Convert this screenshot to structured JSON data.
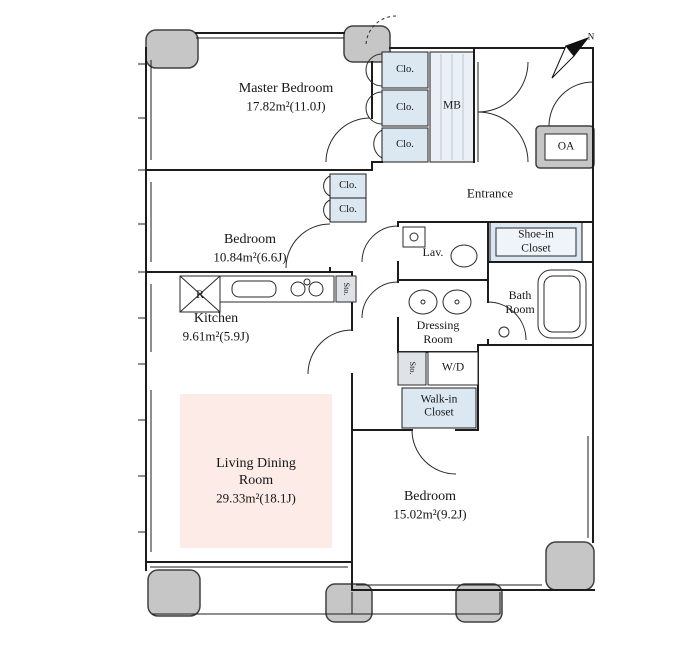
{
  "rooms": {
    "master_bedroom": {
      "name": "Master Bedroom",
      "area": "17.82m²(11.0J)"
    },
    "bedroom_1": {
      "name": "Bedroom",
      "area": "10.84m²(6.6J)"
    },
    "kitchen": {
      "name": "Kitchen",
      "area": "9.61m²(5.9J)"
    },
    "living_dining": {
      "name_line1": "Living Dining",
      "name_line2": "Room",
      "area": "29.33m²(18.1J)"
    },
    "bedroom_2": {
      "name": "Bedroom",
      "area": "15.02m²(9.2J)"
    },
    "entrance": {
      "name": "Entrance"
    },
    "lavatory": {
      "name": "Lav."
    },
    "bath": {
      "line1": "Bath",
      "line2": "Room"
    },
    "dressing": {
      "line1": "Dressing",
      "line2": "Room"
    },
    "shoe_closet": {
      "line1": "Shoe-in",
      "line2": "Closet"
    },
    "walk_in_closet": {
      "line1": "Walk-in",
      "line2": "Closet"
    }
  },
  "fixtures": {
    "closet": "Clo.",
    "meter_box": "MB",
    "outdoor_ac": "OA",
    "washer_dryer": "W/D",
    "storage": "Sto.",
    "refrigerator": "R"
  },
  "compass": {
    "north": "N"
  },
  "colors": {
    "closet_fill": "#dbe7f1",
    "living_accent": "#fcebe7",
    "pillar": "#c6c6c6",
    "line": "#1c1c1c"
  }
}
